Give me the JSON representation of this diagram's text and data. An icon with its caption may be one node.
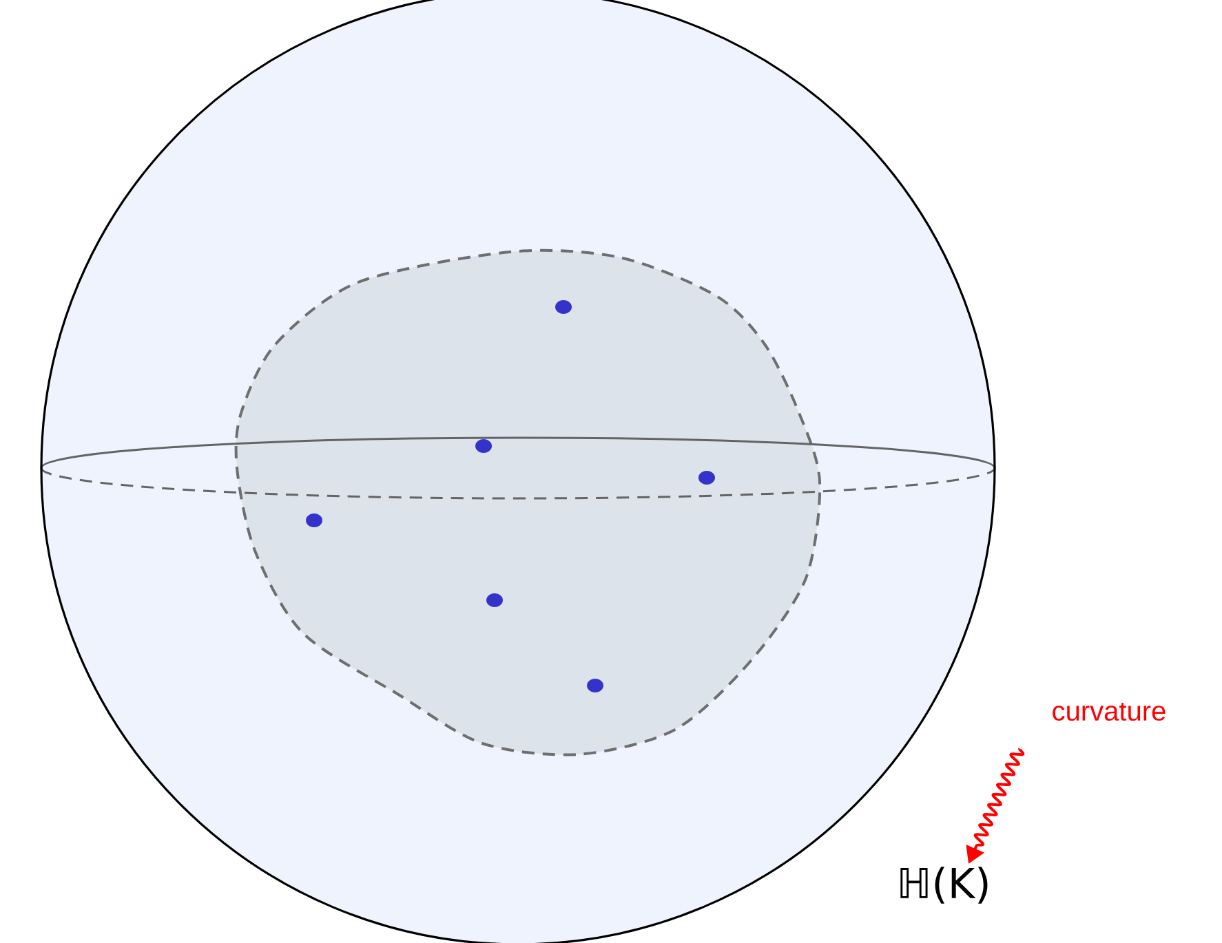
{
  "diagram": {
    "nodes": [
      {
        "text": [
          "curvature"
        ]
      },
      {
        "text": [
          "ℍ(K)"
        ]
      }
    ],
    "edges": [
      {
        "from": 0,
        "to": 1,
        "arrow": "to",
        "color": "#ff0000"
      }
    ]
  }
}
